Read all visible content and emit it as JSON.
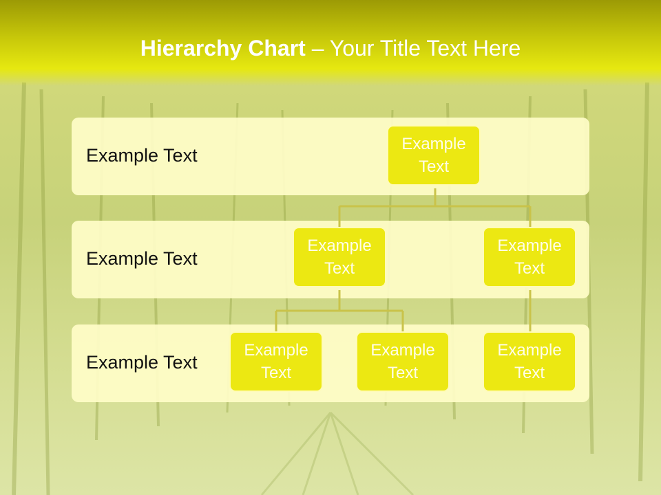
{
  "title": {
    "bold": "Hierarchy Chart",
    "rest": " – Your Title Text Here"
  },
  "levels": [
    {
      "label": "Example Text"
    },
    {
      "label": "Example Text"
    },
    {
      "label": "Example Text"
    }
  ],
  "nodes": {
    "root": {
      "line1": "Example",
      "line2": "Text"
    },
    "mid_left": {
      "line1": "Example",
      "line2": "Text"
    },
    "mid_right": {
      "line1": "Example",
      "line2": "Text"
    },
    "leaf_1": {
      "line1": "Example",
      "line2": "Text"
    },
    "leaf_2": {
      "line1": "Example",
      "line2": "Text"
    },
    "leaf_3": {
      "line1": "Example",
      "line2": "Text"
    }
  },
  "colors": {
    "title_bar": "#c8c90a",
    "node_fill": "#ece812",
    "band_fill": "#fffdc8",
    "connector": "#c9c34a"
  }
}
